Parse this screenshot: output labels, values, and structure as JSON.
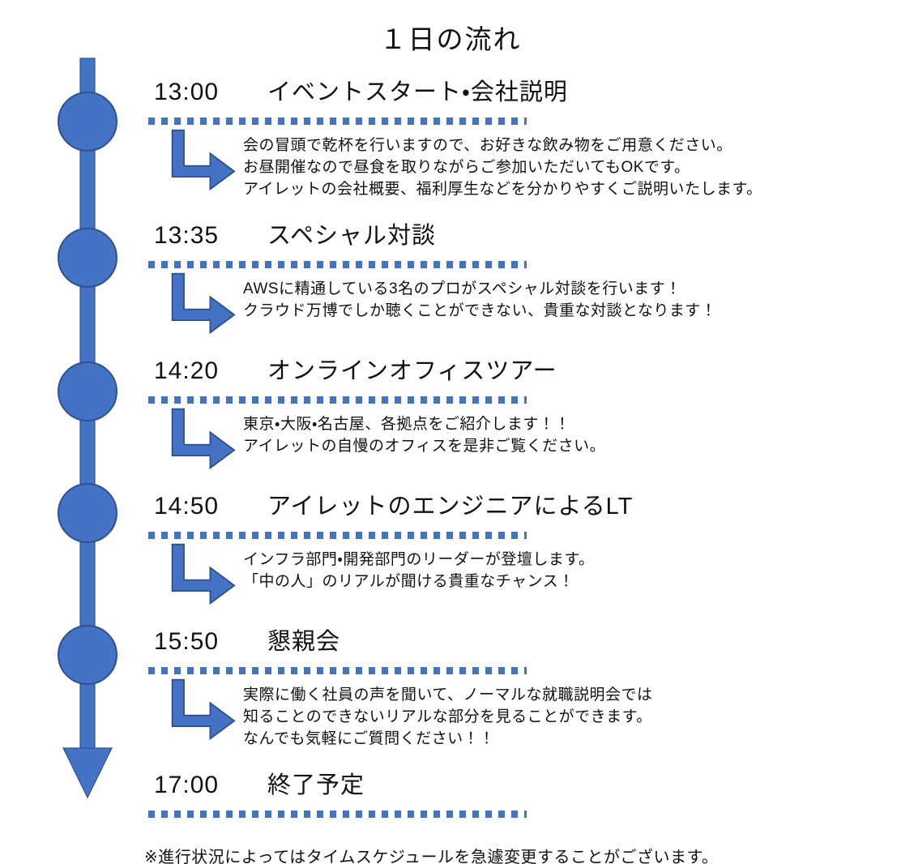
{
  "title": "１日の流れ",
  "colors": {
    "accent": "#4472C4",
    "accent_border": "#2F528F",
    "text": "#111111",
    "background": "#ffffff"
  },
  "events": [
    {
      "time": "13:00",
      "title": "イベントスタート・会社説明",
      "description": "会の冒頭で乾杯を行いますので、お好きな飲み物をご用意ください。\nお昼開催なので昼食を取りながらご参加いただいてもOKです。\nアイレットの会社概要、福利厚生などを分かりやすくご説明いたします。"
    },
    {
      "time": "13:35",
      "title": "スペシャル対談",
      "description": "AWSに精通している3名のプロがスペシャル対談を行います！\nクラウド万博でしか聴くことができない、貴重な対談となります！"
    },
    {
      "time": "14:20",
      "title": "オンラインオフィスツアー",
      "description": "東京・大阪・名古屋、各拠点をご紹介します！！\nアイレットの自慢のオフィスを是非ご覧ください。"
    },
    {
      "time": "14:50",
      "title": "アイレットのエンジニアによるLT",
      "description": "インフラ部門・開発部門のリーダーが登壇します。\n「中の人」のリアルが聞ける貴重なチャンス！"
    },
    {
      "time": "15:50",
      "title": "懇親会",
      "description": "実際に働く社員の声を聞いて、ノーマルな就職説明会では\n知ることのできないリアルな部分を見ることができます。\nなんでも気軽にご質問ください！！"
    },
    {
      "time": "17:00",
      "title": "終了予定",
      "description": ""
    }
  ],
  "footer": {
    "note": "※進行状況によってはタイムスケジュールを急遽変更することがございます。"
  }
}
